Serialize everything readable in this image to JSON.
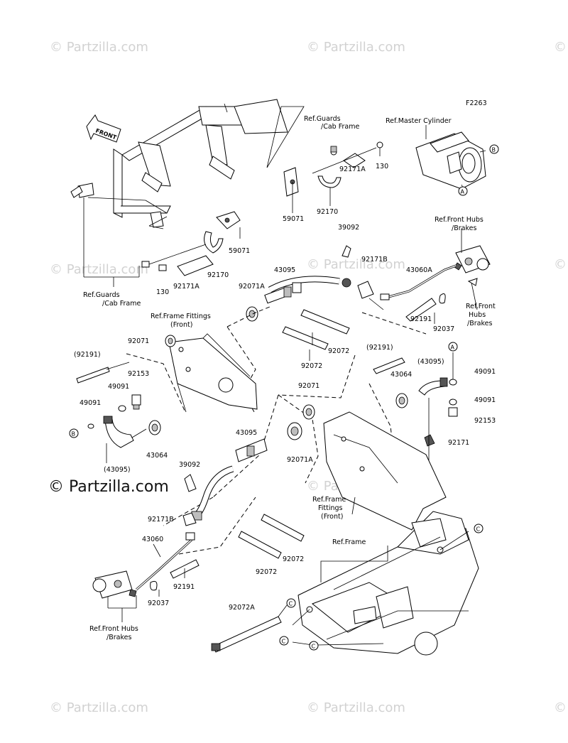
{
  "figure_code": "F2263",
  "watermarks": [
    "© Partzilla.com",
    "© Partzilla.com",
    "© Partzilla.com",
    "© Partzilla.com",
    "© Partzilla.com",
    "© Partzilla.com",
    "© Partzilla.com",
    "© Partzilla.com",
    "© Partzilla.com",
    "© Partzilla.com"
  ],
  "main_watermark": "© Partzilla.com",
  "front_label": "FRONT",
  "refs": {
    "guards_cab_frame_top_1": "Ref.Guards",
    "guards_cab_frame_top_2": "/Cab Frame",
    "master_cylinder": "Ref.Master Cylinder",
    "front_hubs_top_1": "Ref.Front Hubs",
    "front_hubs_top_2": "/Brakes",
    "guards_cab_frame_left_1": "Ref.Guards",
    "guards_cab_frame_left_2": "/Cab Frame",
    "frame_fittings_left_1": "Ref.Frame Fittings",
    "frame_fittings_left_2": "(Front)",
    "front_hubs_right_1": "Ref.Front",
    "front_hubs_right_2": "Hubs",
    "front_hubs_right_3": "/Brakes",
    "frame_fittings_mid_1": "Ref.Frame",
    "frame_fittings_mid_2": "Fittings",
    "frame_fittings_mid_3": "(Front)",
    "frame": "Ref.Frame",
    "front_hubs_bottom_1": "Ref.Front Hubs",
    "front_hubs_bottom_2": "/Brakes"
  },
  "callouts": {
    "c130_top": "130",
    "c92171a_top": "92171A",
    "c59071_top": "59071",
    "c92170_top": "92170",
    "c59071_left": "59071",
    "c92170_left": "92170",
    "c130_left": "130",
    "c92171a_left": "92171A",
    "c39092_top": "39092",
    "c92171b_top": "92171B",
    "c43060a": "43060A",
    "c43095_top": "43095",
    "c92071a_top": "92071A",
    "c92037_right": "92037",
    "c92191_right": "92191",
    "c92072_a": "92072",
    "c92072_b": "92072",
    "c92071_left": "92071",
    "c92191_left": "(92191)",
    "c92153_left": "92153",
    "c49091_left_a": "49091",
    "c49091_left_b": "49091",
    "c43064_left": "43064",
    "c43095_left": "(43095)",
    "c92191_mid": "(92191)",
    "c43095_right": "(43095)",
    "c43064_right": "43064",
    "c49091_right_a": "49091",
    "c49091_right_b": "49091",
    "c92153_right": "92153",
    "c92171_right": "92171",
    "c92071_mid": "92071",
    "c92071a_mid": "92071A",
    "c43095_mid": "43095",
    "c39092_left": "39092",
    "c92171b_left": "92171B",
    "c43060": "43060",
    "c92037_left": "92037",
    "c92191_bottom": "92191",
    "c92072_c": "92072",
    "c92072_d": "92072",
    "c92072a": "92072A"
  },
  "circle_marks": {
    "a_top": "A",
    "b_top": "B",
    "a_right": "A",
    "b_left": "B",
    "c_1": "C",
    "c_2": "C",
    "c_3": "C",
    "c_4": "C"
  }
}
